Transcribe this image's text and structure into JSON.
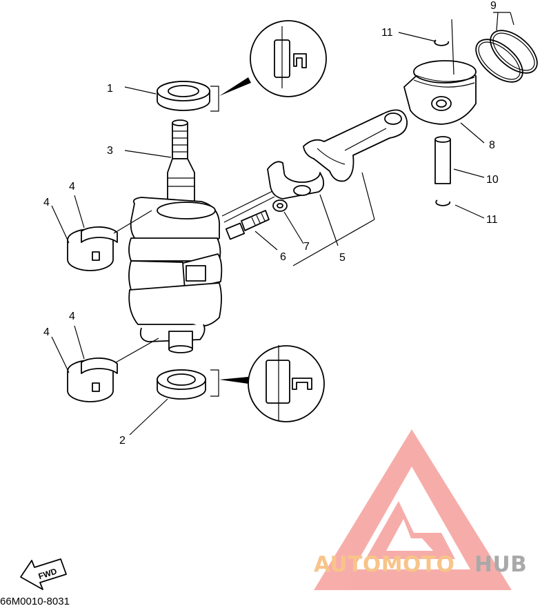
{
  "diagram": {
    "callouts": [
      {
        "id": "1",
        "text": "1"
      },
      {
        "id": "2",
        "text": "2"
      },
      {
        "id": "3",
        "text": "3"
      },
      {
        "id": "4a",
        "text": "4"
      },
      {
        "id": "4b",
        "text": "4"
      },
      {
        "id": "4c",
        "text": "4"
      },
      {
        "id": "4d",
        "text": "4"
      },
      {
        "id": "5",
        "text": "5"
      },
      {
        "id": "6",
        "text": "6"
      },
      {
        "id": "7",
        "text": "7"
      },
      {
        "id": "8",
        "text": "8"
      },
      {
        "id": "9",
        "text": "9"
      },
      {
        "id": "10",
        "text": "10"
      },
      {
        "id": "11a",
        "text": "11"
      },
      {
        "id": "11b",
        "text": "11"
      }
    ],
    "part_code": "66M0010-8031",
    "fwd_label": "FWD"
  },
  "watermark": {
    "part1": "AUTOMOTO",
    "part2": "HUB",
    "colors": {
      "logo": "#f6a5a1",
      "part1": "#f8c48a",
      "part2": "#a9a9a9"
    }
  }
}
